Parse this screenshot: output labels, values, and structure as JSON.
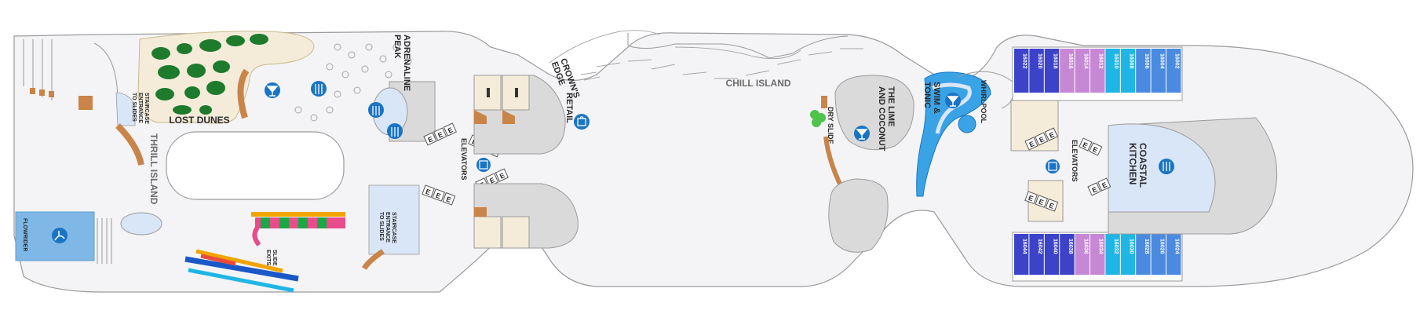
{
  "labels": {
    "lost_dunes": "LOST DUNES",
    "adrenaline_peak": "ADRENALINE PEAK",
    "adrenaline_line1": "ADRENALINE",
    "adrenaline_line2": "PEAK",
    "thrill_island": "THRILL ISLAND",
    "flowrider": "FLOWRIDER",
    "staircase_slides_1": "STAIRCASE ENTRANCE TO SLIDES",
    "staircase_slides_2": "STAIRCASE ENTRANCE TO SLIDES",
    "staircase_line1": "STAIRCASE",
    "staircase_line2": "ENTRANCE",
    "staircase_line3": "TO SLIDES",
    "slide_exits_line1": "SLIDE",
    "slide_exits_line2": "EXITS",
    "elevators_1": "ELEVATORS",
    "elevators_2": "ELEVATORS",
    "crowns_edge_line1": "CROWN'S",
    "crowns_edge_line2": "EDGE",
    "retail": "RETAIL",
    "chill_island": "CHILL ISLAND",
    "dry_slide": "DRY SLIDE",
    "lime_line1": "THE LIME",
    "lime_line2": "AND COCONUT",
    "swim_line1": "SWIM &",
    "swim_line2": "TONIC",
    "whirlpool": "WHIRLPOOL",
    "coastal_line1": "COASTAL",
    "coastal_line2": "KITCHEN",
    "elevator_glyph": "E"
  },
  "cabins_top": [
    {
      "number": "16022",
      "color": "#3d43c9"
    },
    {
      "number": "16020",
      "color": "#3d43c9"
    },
    {
      "number": "16018",
      "color": "#3d43c9"
    },
    {
      "number": "16016",
      "color": "#c688d4"
    },
    {
      "number": "16014",
      "color": "#c688d4"
    },
    {
      "number": "16012",
      "color": "#c688d4"
    },
    {
      "number": "16010",
      "color": "#1fb6e6"
    },
    {
      "number": "16008",
      "color": "#1fb6e6"
    },
    {
      "number": "16006",
      "color": "#4a8ae0"
    },
    {
      "number": "16004",
      "color": "#4a8ae0"
    },
    {
      "number": "16002",
      "color": "#4a8ae0"
    }
  ],
  "cabins_bottom": [
    {
      "number": "16044",
      "color": "#3d43c9"
    },
    {
      "number": "16042",
      "color": "#3d43c9"
    },
    {
      "number": "16040",
      "color": "#3d43c9"
    },
    {
      "number": "16038",
      "color": "#3d43c9"
    },
    {
      "number": "16036",
      "color": "#c688d4"
    },
    {
      "number": "16034",
      "color": "#c688d4"
    },
    {
      "number": "16032",
      "color": "#1fb6e6"
    },
    {
      "number": "16030",
      "color": "#1fb6e6"
    },
    {
      "number": "16028",
      "color": "#4a8ae0"
    },
    {
      "number": "16026",
      "color": "#4a8ae0"
    },
    {
      "number": "16024",
      "color": "#4a8ae0"
    }
  ],
  "colors": {
    "deck": "#f4f4f6",
    "outline": "#9a9a9a",
    "venue_fill": "#dadada",
    "icon_blue": "#1a74c4",
    "pool_light": "#d9e6f7",
    "pool_blue": "#b9d3f3",
    "putting_green": "#1e7a2c",
    "sand": "#f4ecd9",
    "wood": "#c9844a",
    "flowrider": "#7fb8e6"
  },
  "icons": {
    "bar": "cocktail-icon",
    "dining": "fork-knife-icon",
    "retail": "shopping-bag-icon",
    "elevator": "elevator-icon",
    "surf": "surfer-icon",
    "restroom": "restroom-icon"
  }
}
